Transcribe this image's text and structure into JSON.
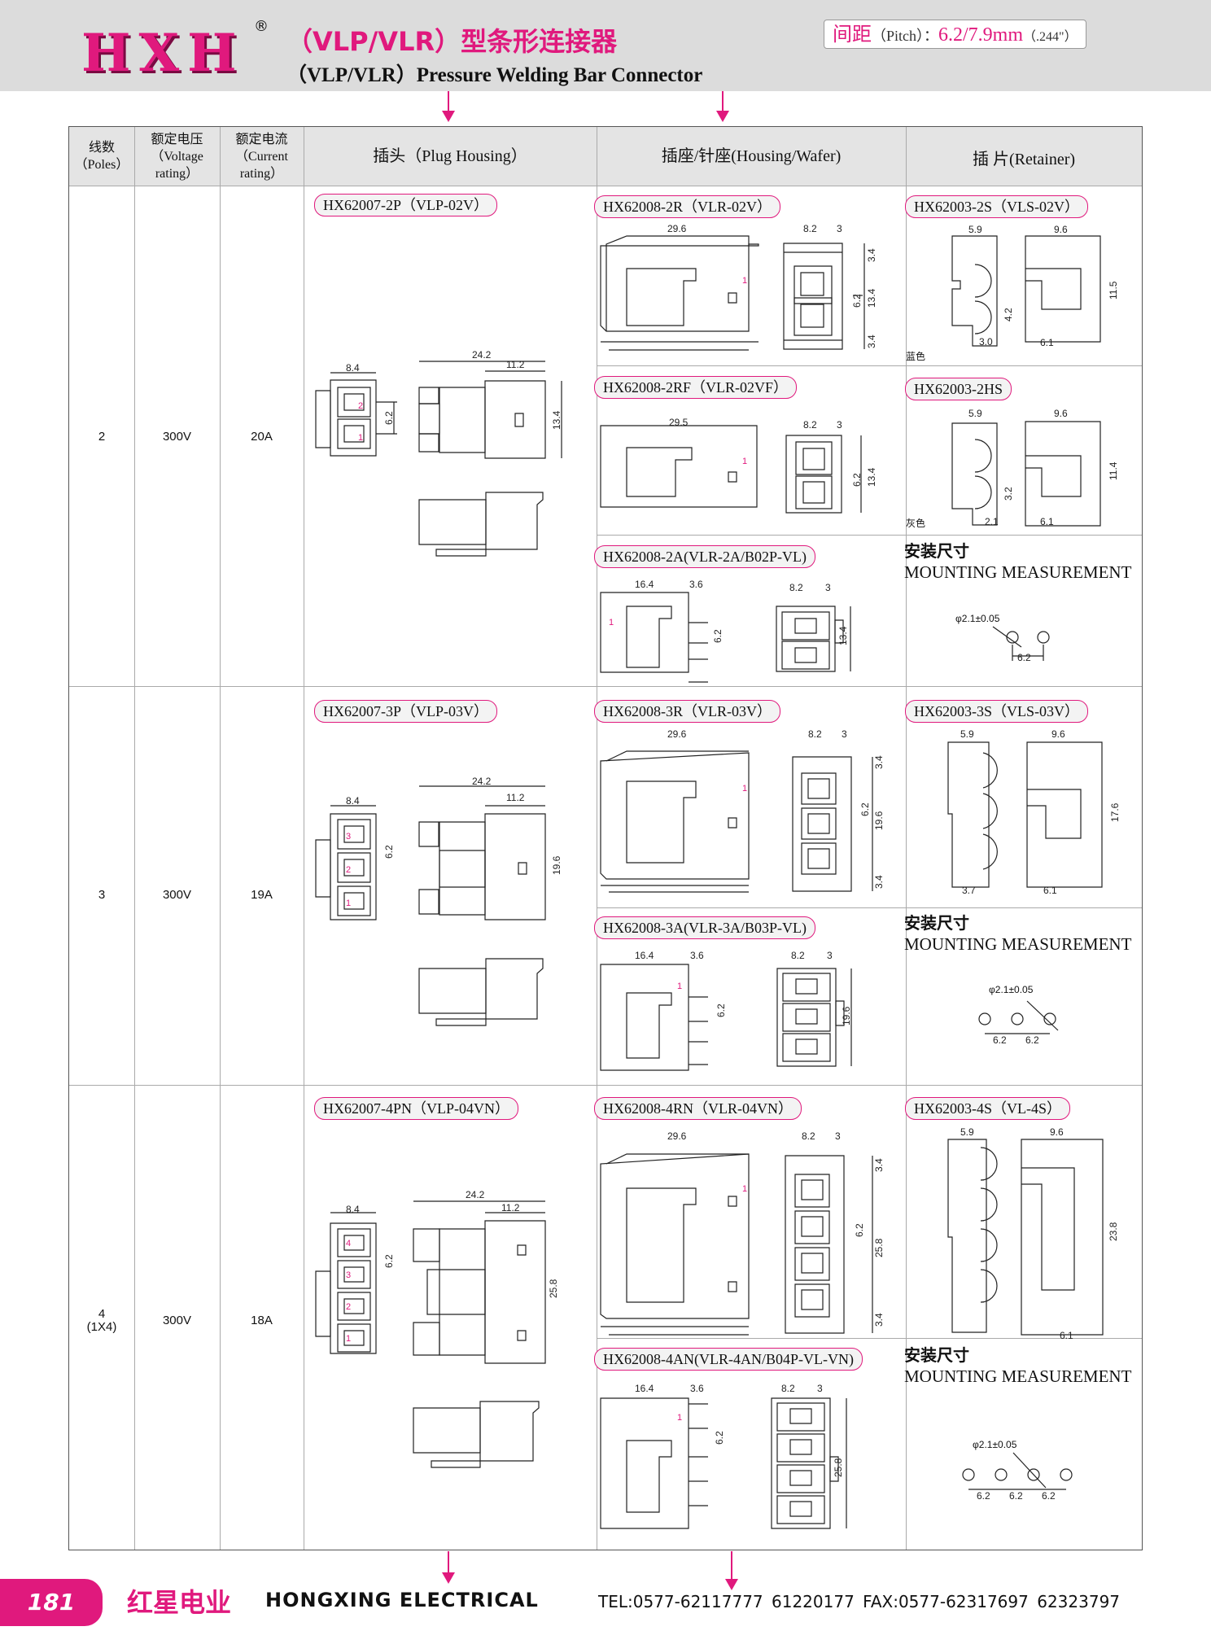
{
  "header": {
    "logo": "HXH",
    "registered": "®",
    "title_cn": "（VLP/VLR）型条形连接器",
    "title_en": "（VLP/VLR）Pressure Welding Bar Connector",
    "pitch_cn": "间距",
    "pitch_en": "（Pitch）：",
    "pitch_value": "6.2/7.9mm",
    "pitch_inch": "（.244\"）"
  },
  "table": {
    "headers": {
      "poles": [
        "线数",
        "（Poles）"
      ],
      "voltage": [
        "额定电压",
        "（Voltage",
        "rating）"
      ],
      "current": [
        "额定电流",
        "（Current",
        "rating）"
      ],
      "plug": "插头（Plug Housing）",
      "housing": "插座/针座(Housing/Wafer)",
      "retainer": "插 片(Retainer)"
    },
    "rows": [
      {
        "poles": "2",
        "voltage": "300V",
        "current": "20A",
        "plug": "HX62007-2P（VLP-02V）",
        "housings": [
          "HX62008-2R（VLR-02V）",
          "HX62008-2RF（VLR-02VF）",
          "HX62008-2A(VLR-2A/B02P-VL)"
        ],
        "retainers": [
          "HX62003-2S（VLS-02V）",
          "HX62003-2HS"
        ],
        "retainer_colors": [
          "蓝色",
          "灰色"
        ],
        "mount_cn": "安装尺寸",
        "mount_en": "MOUNTING MEASUREMENT"
      },
      {
        "poles": "3",
        "voltage": "300V",
        "current": "19A",
        "plug": "HX62007-3P（VLP-03V）",
        "housings": [
          "HX62008-3R（VLR-03V）",
          "HX62008-3A(VLR-3A/B03P-VL)"
        ],
        "retainers": [
          "HX62003-3S（VLS-03V）"
        ],
        "mount_cn": "安装尺寸",
        "mount_en": "MOUNTING MEASUREMENT"
      },
      {
        "poles": "4",
        "poles_sub": "(1X4)",
        "voltage": "300V",
        "current": "18A",
        "plug": "HX62007-4PN（VLP-04VN）",
        "housings": [
          "HX62008-4RN（VLR-04VN）",
          "HX62008-4AN(VLR-4AN/B04P-VL-VN)"
        ],
        "retainers": [
          "HX62003-4S（VL-4S）"
        ],
        "mount_cn": "安装尺寸",
        "mount_en": "MOUNTING MEASUREMENT"
      }
    ]
  },
  "dims": {
    "plug_overall": "24.2",
    "plug_face": "8.4",
    "plug_len": "11.2",
    "pitch": "6.2",
    "h2": "13.4",
    "h3": "19.6",
    "h4": "25.8",
    "housing_len": "29.6",
    "housing_len_f": "29.5",
    "housing_w": "8.2",
    "housing_t": "3",
    "housing_edge": "3.4",
    "wafer_len": "16.4",
    "wafer_pin": "3.6",
    "ret_a": "5.9",
    "ret_b": "9.6",
    "ret_2s_h": "11.5",
    "ret_2hs_h": "11.4",
    "ret_2s_gap": "4.2",
    "ret_2hs_gap": "3.2",
    "ret_2s_w": "3.0",
    "ret_2hs_w": "2.1",
    "ret_3s_w": "3.7",
    "ret_3s_h": "17.6",
    "ret_4s_h": "23.8",
    "ret_tab": "6.1",
    "hole": "φ2.1±0.05",
    "pin_labels": [
      "1",
      "2",
      "3",
      "4"
    ]
  },
  "footer": {
    "page": "181",
    "company_cn": "红星电业",
    "company_en": "HONGXING ELECTRICAL",
    "contact": "TEL:0577-62117777   61220177      FAX:0577-62317697   62323797"
  }
}
